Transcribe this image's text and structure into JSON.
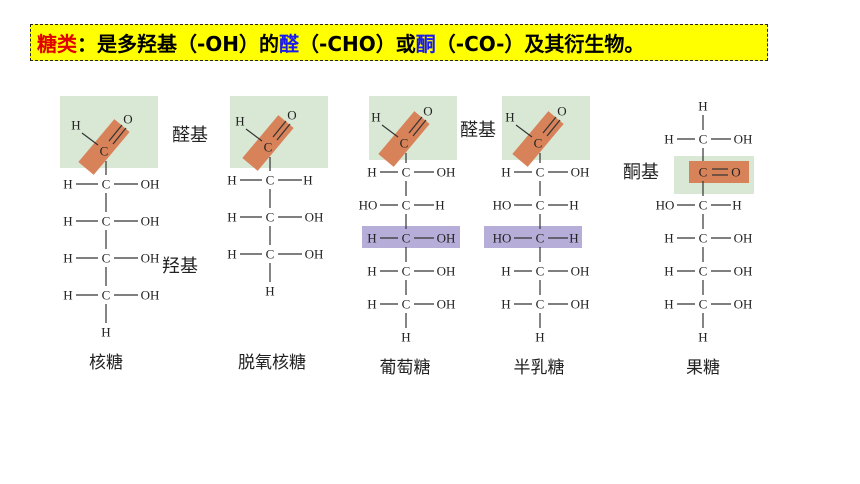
{
  "banner": {
    "term": "糖类",
    "colon": "：",
    "text1": "是多羟基（-OH）的",
    "aldehyde": "醛",
    "text2": "（-CHO）或",
    "ketone": "酮",
    "text3": "（-CO-）及其衍生物。"
  },
  "labels": {
    "aldehyde_group_1": "醛基",
    "hydroxyl_group": "羟基",
    "aldehyde_group_2": "醛基",
    "ketone_group": "酮基"
  },
  "molecules": [
    {
      "name": "核糖",
      "top": "H,C=O",
      "rows": [
        [
          "H",
          "OH"
        ],
        [
          "H",
          "OH"
        ],
        [
          "H",
          "OH"
        ],
        [
          "H",
          "OH"
        ]
      ],
      "bottom": "H"
    },
    {
      "name": "脱氧核糖",
      "top": "H,C=O",
      "rows": [
        [
          "H",
          "H"
        ],
        [
          "H",
          "OH"
        ],
        [
          "H",
          "OH"
        ]
      ],
      "bottom": "H"
    },
    {
      "name": "葡萄糖",
      "top": "H,C=O",
      "rows": [
        [
          "H",
          "OH"
        ],
        [
          "HO",
          "H"
        ],
        [
          "H",
          "OH"
        ],
        [
          "H",
          "OH"
        ],
        [
          "H",
          "OH"
        ]
      ],
      "bottom": "H"
    },
    {
      "name": "半乳糖",
      "top": "H,C=O",
      "rows": [
        [
          "H",
          "OH"
        ],
        [
          "HO",
          "H"
        ],
        [
          "HO",
          "H"
        ],
        [
          "H",
          "OH"
        ],
        [
          "H",
          "OH"
        ]
      ],
      "bottom": "H"
    },
    {
      "name": "果糖",
      "top": "H",
      "rows": [
        [
          "H",
          "OH"
        ],
        [
          "",
          "O"
        ],
        [
          "HO",
          "H"
        ],
        [
          "H",
          "OH"
        ],
        [
          "H",
          "OH"
        ],
        [
          "H",
          "OH"
        ]
      ],
      "bottom": "H"
    }
  ],
  "colors": {
    "banner_bg": "#ffff00",
    "aldehyde_box": "#d9e8d5",
    "carbonyl_highlight": "#d8825a",
    "hydroxyl_highlight": "#b6aed8"
  }
}
